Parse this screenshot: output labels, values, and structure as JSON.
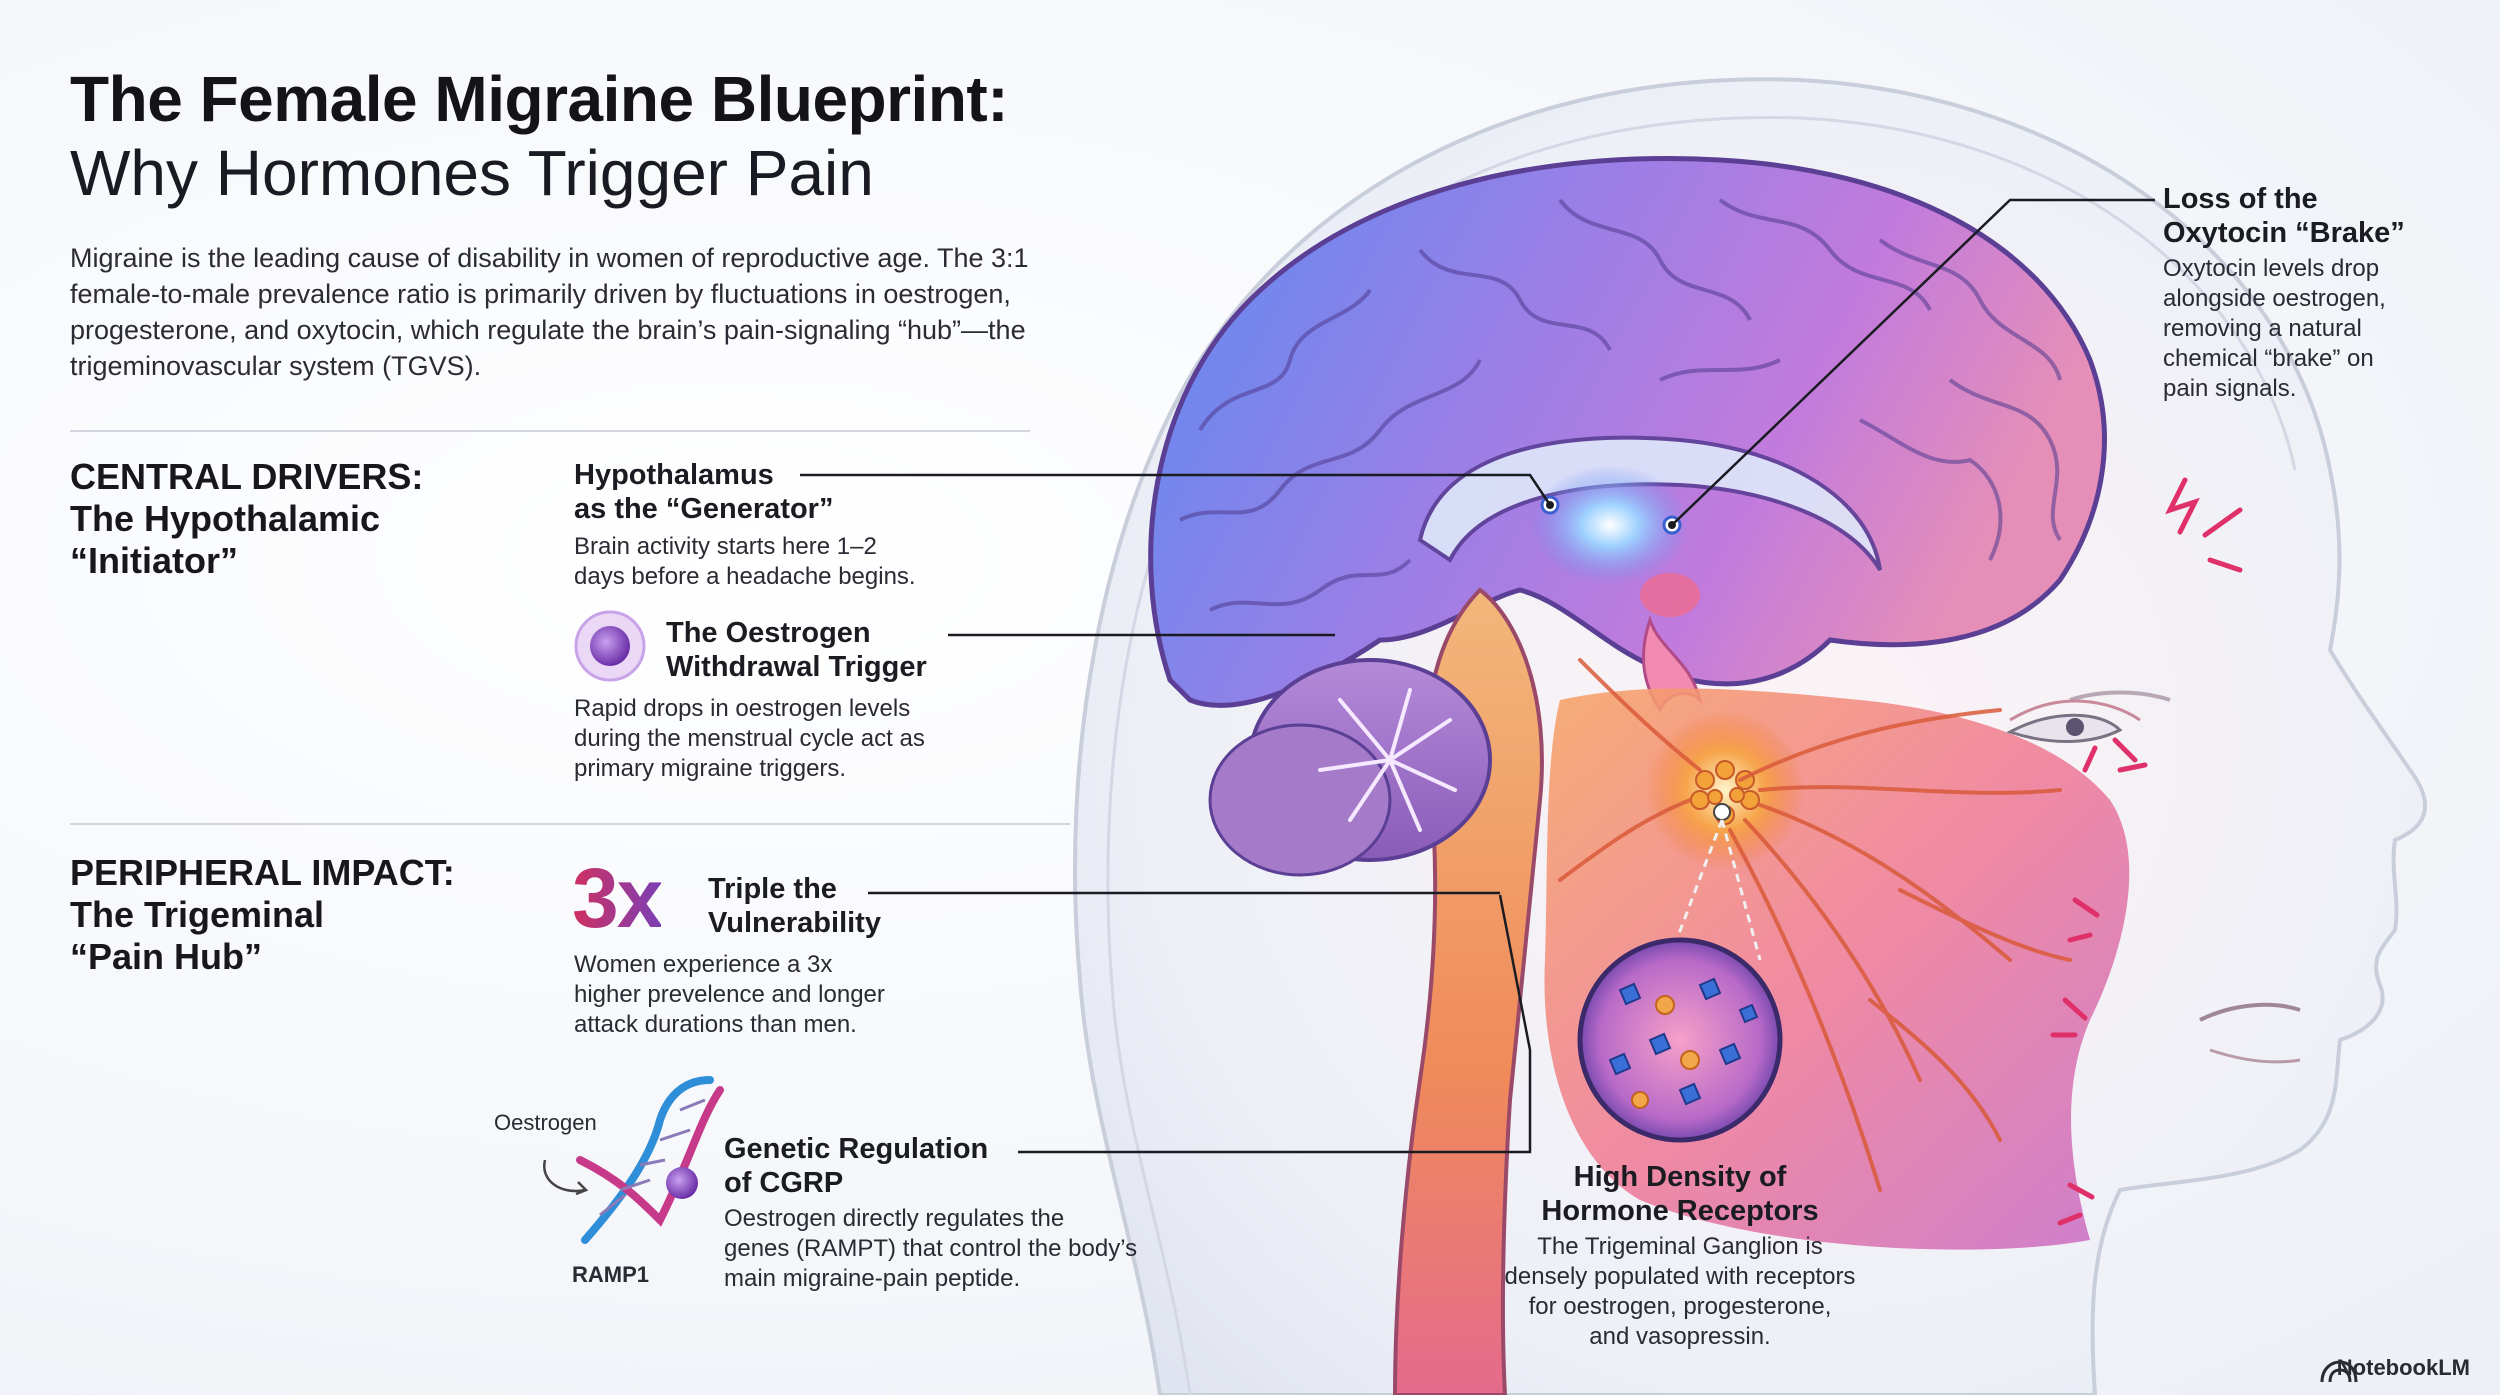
{
  "title": {
    "line1": "The Female Migraine Blueprint:",
    "line2": "Why Hormones Trigger Pain"
  },
  "intro": "Migraine is the leading cause of disability in women of reproductive age. The 3:1 female-to-male prevalence ratio is primarily driven by fluctuations in oestrogen, progesterone, and oxytocin, which regulate the brain’s pain-signaling “hub”—the trigeminovascular system (TGVS).",
  "sections": {
    "central": {
      "line1": "CENTRAL DRIVERS:",
      "line2": "The Hypothalamic",
      "line3": "“Initiator”"
    },
    "peripheral": {
      "line1": "PERIPHERAL IMPACT:",
      "line2": "The Trigeminal",
      "line3": "“Pain Hub”"
    }
  },
  "callouts": {
    "hypothalamus": {
      "title1": "Hypothalamus",
      "title2": "as the “Generator”",
      "body1": "Brain activity starts here 1–2",
      "body2": "days before a headache begins."
    },
    "oestrogen_withdrawal": {
      "title1": "The Oestrogen",
      "title2": "Withdrawal Trigger",
      "body1": "Rapid drops in oestrogen levels",
      "body2": "during the menstrual cycle act as",
      "body3": "primary migraine triggers."
    },
    "triple": {
      "stat": "3x",
      "title1": "Triple the",
      "title2": "Vulnerability",
      "body1": "Women experience a 3x",
      "body2": "higher prevelence and longer",
      "body3": "attack durations than men."
    },
    "genetic": {
      "title1": "Genetic Regulation",
      "title2": "of CGRP",
      "body1": "Oestrogen directly regulates the",
      "body2": "genes (RAMPT) that control the body’s",
      "body3": "main migraine-pain peptide.",
      "dna_label_top": "Oestrogen",
      "dna_label_bottom": "RAMP1"
    },
    "oxytocin": {
      "title1": "Loss of the",
      "title2": "Oxytocin “Brake”",
      "body1": "Oxytocin levels drop",
      "body2": "alongside oestrogen,",
      "body3": "removing a natural",
      "body4": "chemical “brake” on",
      "body5": "pain signals."
    },
    "receptors": {
      "title1": "High Density of",
      "title2": "Hormone Receptors",
      "body1": "The Trigeminal Ganglion is",
      "body2": "densely populated with receptors",
      "body3": "for oestrogen, progesterone,",
      "body4": "and vasopressin."
    }
  },
  "brand": "NotebookLM",
  "colors": {
    "accent_pink": "#e0306a",
    "accent_purple": "#7b3fb5",
    "brain_blue": "#6d8df0",
    "brain_violet": "#b77ee0",
    "trigeminal_orange": "#f59a4a",
    "skin": "#f3e7ea"
  },
  "icons": [
    "oestrogen-molecule-icon",
    "dna-helix-icon",
    "pain-spark-icon",
    "notebooklm-logo-icon"
  ]
}
